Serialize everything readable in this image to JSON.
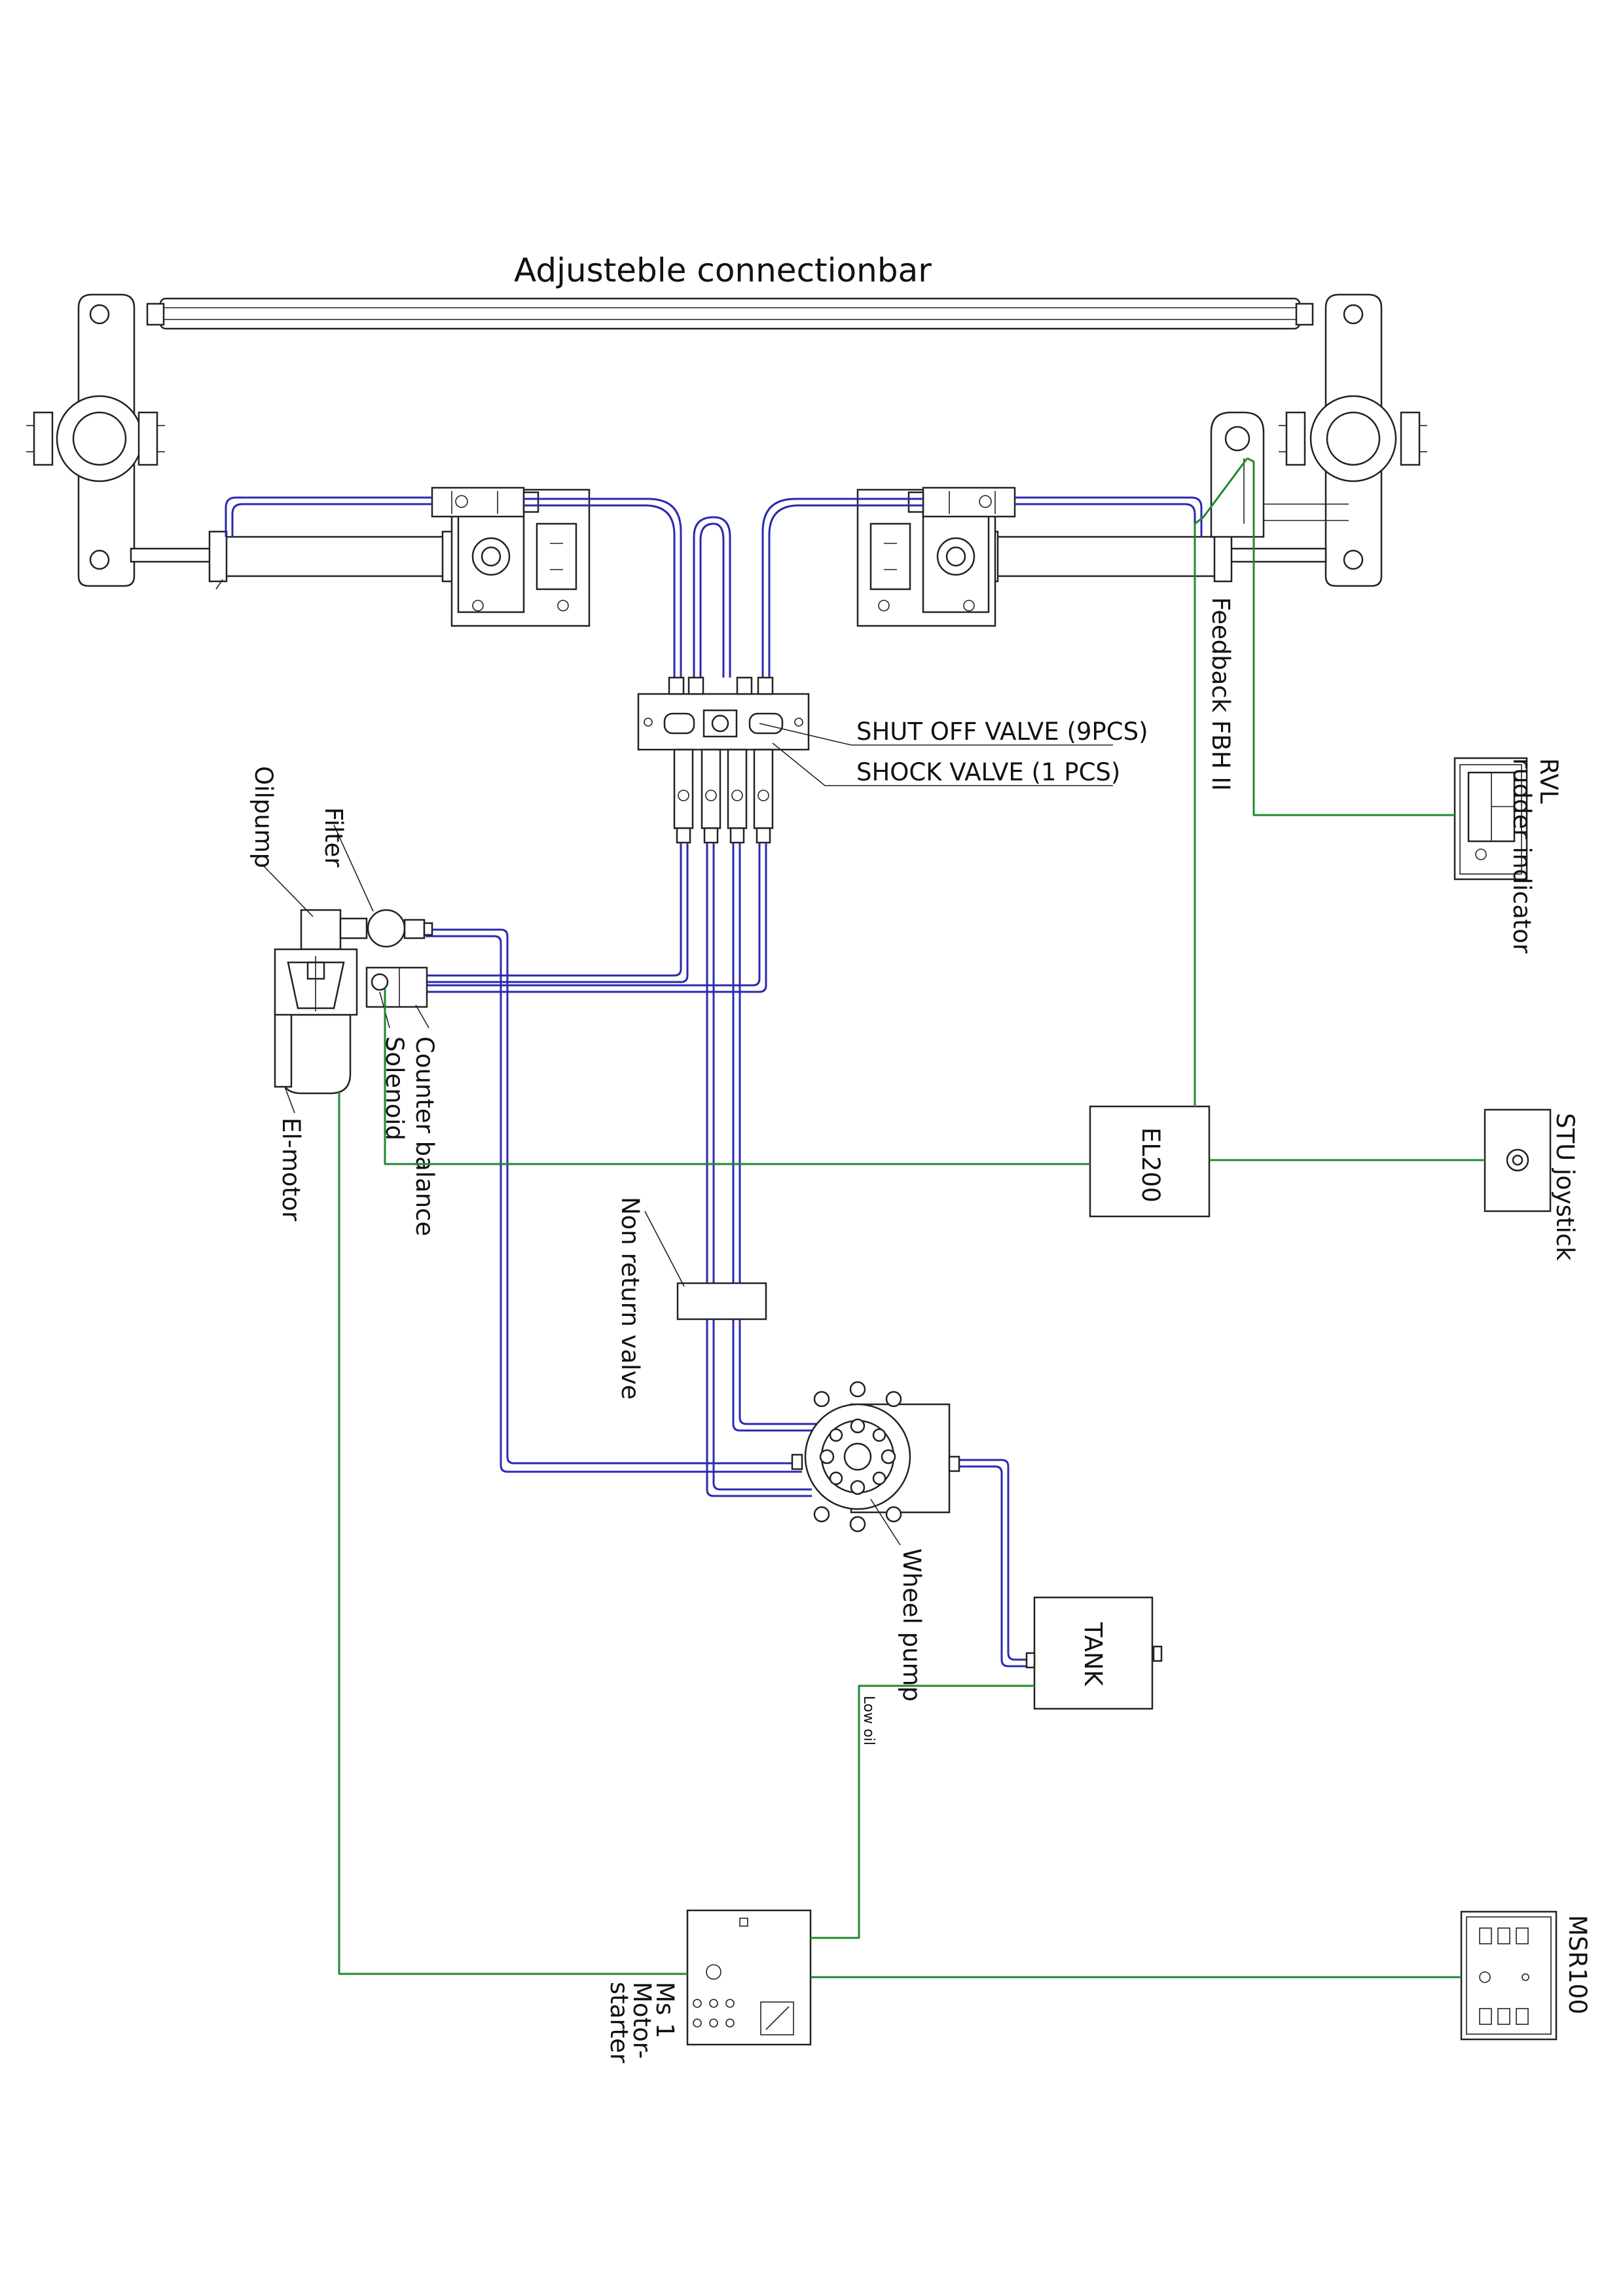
{
  "colors": {
    "hydraulic_pipe": "#2a2ab0",
    "electric_wire": "#1f8a2e",
    "outline": "#222222"
  },
  "labels": {
    "title": "Adjusteble connectionbar",
    "feedback": "Feedback FBH II",
    "shut_off_valve": "SHUT OFF VALVE (9PCS)",
    "shock_valve": "SHOCK VALVE (1 PCS)",
    "rvl_line1": "RVL",
    "rvl_line2": "rudder indicator",
    "oilpump": "Oilpump",
    "filter": "Filter",
    "counter_balance": "Counter balance",
    "solenoid": "Solenoid",
    "el_motor": "El-motor",
    "el200": "EL200",
    "stu_joystick": "STU joystick",
    "non_return_valve": "Non return valve",
    "wheel_pump": "Wheel pump",
    "tank": "TANK",
    "low_oil": "Low oil",
    "ms1_line1": "Ms 1",
    "ms1_line2": "Motor-",
    "ms1_line3": "starter",
    "msr100": "MSR100"
  }
}
